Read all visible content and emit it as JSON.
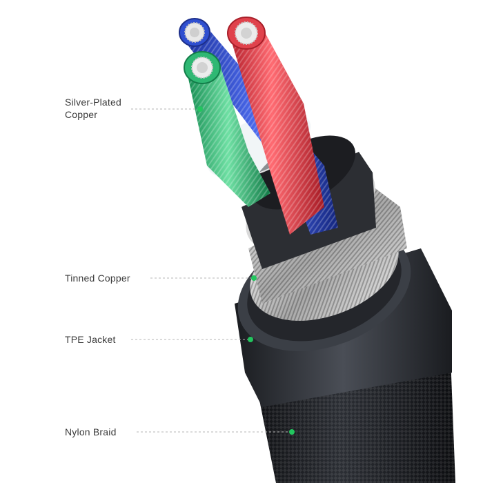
{
  "callouts": [
    {
      "label_line1": "Silver-Plated",
      "label_line2": "Copper"
    },
    {
      "label_line1": "Tinned Copper",
      "label_line2": ""
    },
    {
      "label_line1": "TPE Jacket",
      "label_line2": ""
    },
    {
      "label_line1": "Nylon Braid",
      "label_line2": ""
    }
  ],
  "colors": {
    "accent_dot": "#22c55e",
    "leader_line": "#b5b5b5",
    "label_text": "#3a3a3a",
    "wire_blue": "#2f4fd0",
    "wire_red": "#e0424c",
    "wire_green": "#2fb873",
    "jacket": "#2a2d33",
    "braid": "#1c1e22"
  }
}
